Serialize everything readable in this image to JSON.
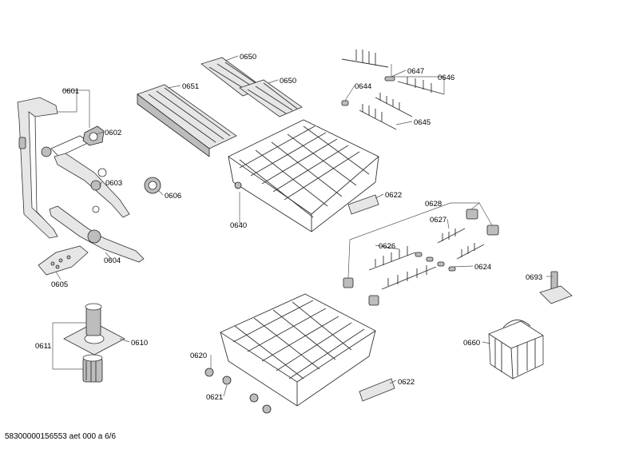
{
  "diagram": {
    "part_numbers": [
      "0601",
      "0602",
      "0603",
      "0604",
      "0605",
      "0606",
      "0610",
      "0611",
      "0620",
      "0621",
      "0622",
      "0622",
      "0624",
      "0626",
      "0627",
      "0628",
      "0640",
      "0644",
      "0645",
      "0646",
      "0647",
      "0650",
      "0650",
      "0651",
      "0660",
      "0693"
    ]
  },
  "footer": {
    "doc_id": "58300000156553 aet 000 a 6/6"
  }
}
